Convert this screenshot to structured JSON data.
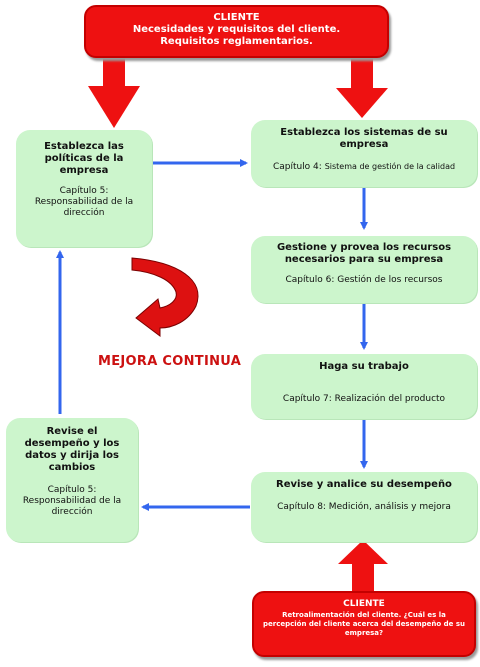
{
  "top_client": {
    "title": "CLIENTE",
    "text": "Necesidades y requisitos del cliente. Requisitos reglamentarios."
  },
  "policies_box": {
    "title": "Establezca las políticas de la empresa",
    "chapter": "Capítulo 5:",
    "detail": "Responsabilidad de la dirección"
  },
  "systems_box": {
    "title": "Establezca los sistemas de su empresa",
    "chapter": "Capítulo 4:",
    "detail": "Sistema de gestión de la calidad"
  },
  "resources_box": {
    "title": "Gestione y provea los recursos necesarios para su empresa",
    "detail": "Capítulo 6: Gestión de los recursos"
  },
  "work_box": {
    "title": "Haga su trabajo",
    "detail": "Capítulo 7: Realización del producto"
  },
  "analyze_box": {
    "title": "Revise y analice su desempeño",
    "detail": "Capítulo 8: Medición, análisis y mejora"
  },
  "review_box": {
    "title": "Revise el desempeño y los datos y dirija los cambios",
    "chapter": "Capítulo 5:",
    "detail": "Responsabilidad de la dirección"
  },
  "bottom_client": {
    "title": "CLIENTE",
    "text": "Retroalimentación del cliente. ¿Cuál es la percepción del cliente acerca del desempeño de su empresa?"
  },
  "continuous_improvement": "MEJORA CONTINUA",
  "colors": {
    "box_fill": "#ccf5cc",
    "client_red": "#ee1111",
    "arrow_blue": "#3366ee",
    "label_red": "#cc1111"
  }
}
